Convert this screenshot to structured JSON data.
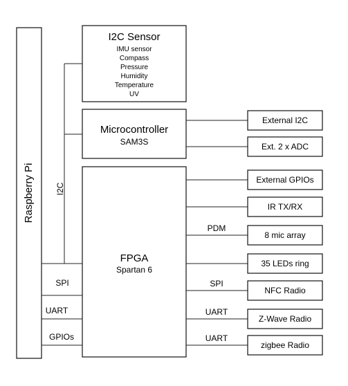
{
  "raspberry_pi": {
    "label": "Raspberry Pi"
  },
  "i2c_sensor": {
    "title": "I2C Sensor",
    "items": [
      "IMU sensor",
      "Compass",
      "Pressure",
      "Humidity",
      "Temperature",
      "UV"
    ]
  },
  "microcontroller": {
    "title": "Microcontroller",
    "subtitle": "SAM3S"
  },
  "fpga": {
    "title": "FPGA",
    "subtitle": "Spartan 6"
  },
  "bus_labels": {
    "i2c": "I2C",
    "spi": "SPI",
    "uart": "UART",
    "gpios": "GPIOs"
  },
  "peripherals": [
    {
      "label": "External I2C",
      "link": ""
    },
    {
      "label": "Ext. 2 x ADC",
      "link": ""
    },
    {
      "label": "External GPIOs",
      "link": ""
    },
    {
      "label": "IR TX/RX",
      "link": ""
    },
    {
      "label": "8 mic array",
      "link": "PDM"
    },
    {
      "label": "35 LEDs ring",
      "link": ""
    },
    {
      "label": "NFC Radio",
      "link": "SPI"
    },
    {
      "label": "Z-Wave Radio",
      "link": "UART"
    },
    {
      "label": "zigbee Radio",
      "link": "UART"
    }
  ]
}
